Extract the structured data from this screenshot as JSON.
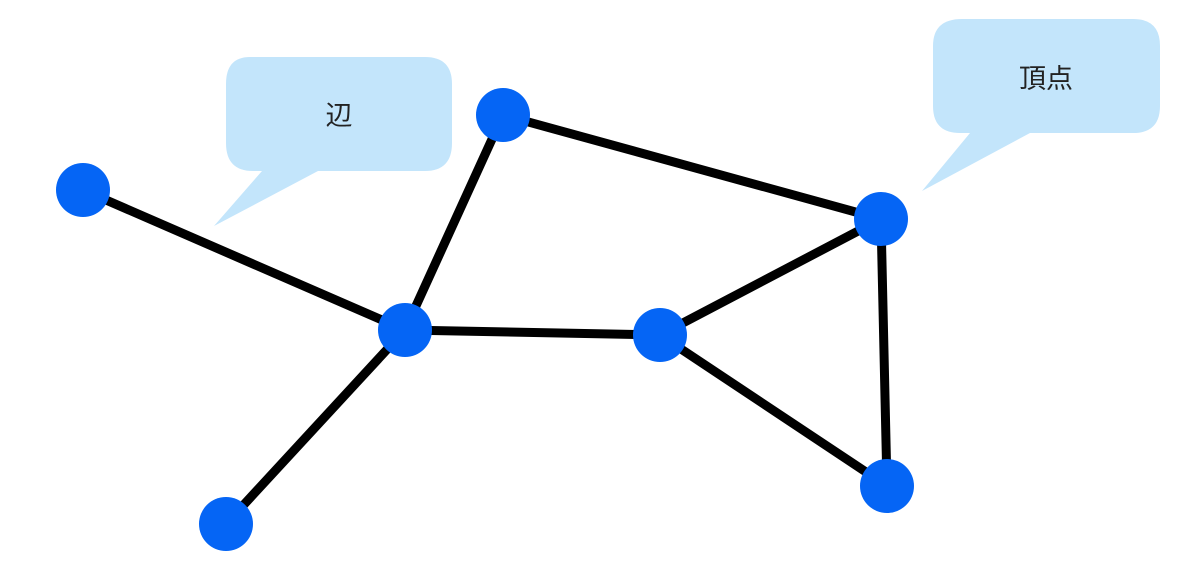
{
  "colors": {
    "background": "#ffffff",
    "vertex": "#0565f5",
    "edge": "#000000",
    "callout_fill": "#c3e5fb"
  },
  "callouts": {
    "edge_label": "辺",
    "vertex_label": "頂点"
  },
  "graph": {
    "vertices": [
      "v1",
      "v2",
      "v3",
      "v4",
      "v5",
      "v6",
      "v7"
    ],
    "edges": [
      [
        "v1",
        "v3"
      ],
      [
        "v2",
        "v3"
      ],
      [
        "v3",
        "v4"
      ],
      [
        "v3",
        "v7"
      ],
      [
        "v2",
        "v5"
      ],
      [
        "v4",
        "v5"
      ],
      [
        "v4",
        "v6"
      ],
      [
        "v5",
        "v6"
      ]
    ]
  }
}
